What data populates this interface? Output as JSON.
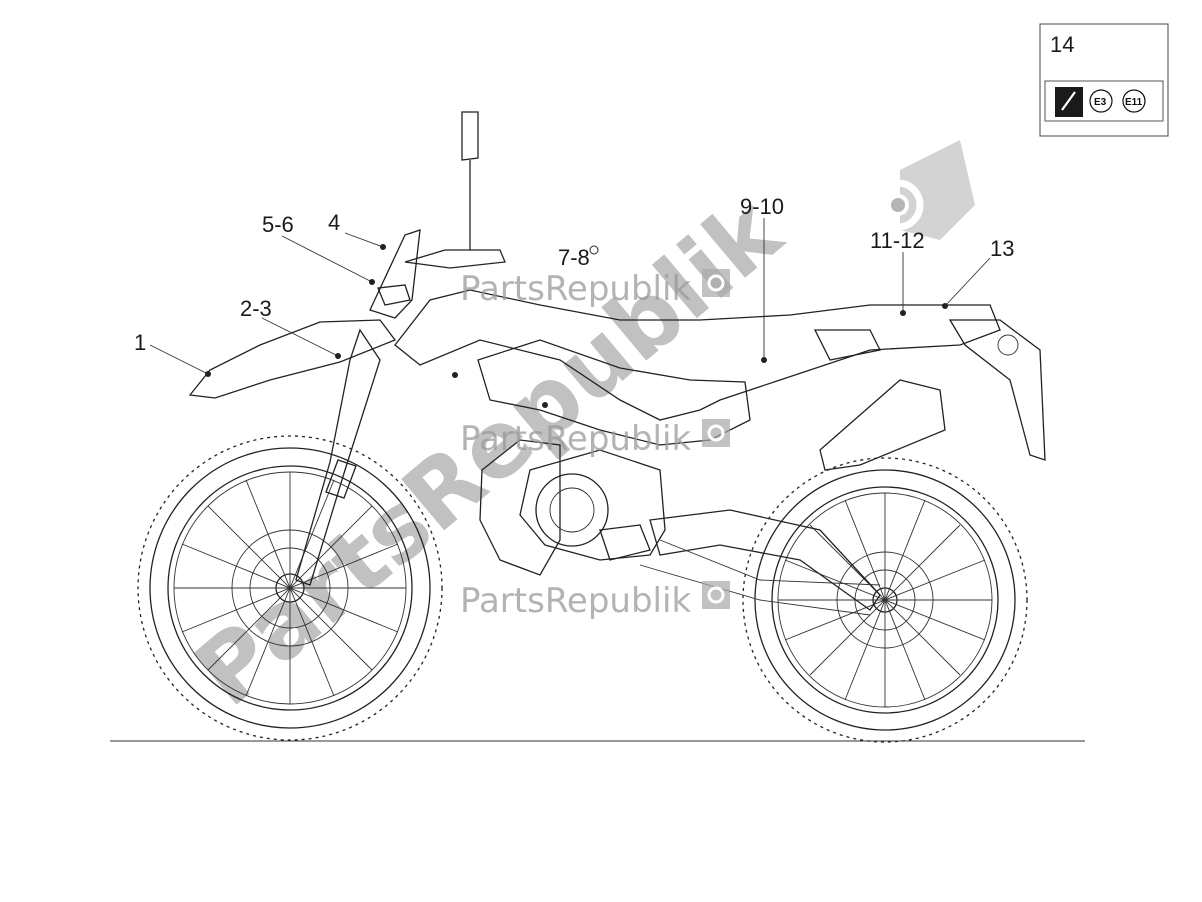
{
  "callouts": [
    {
      "id": "c1",
      "label": "1"
    },
    {
      "id": "c23",
      "label": "2-3"
    },
    {
      "id": "c56",
      "label": "5-6"
    },
    {
      "id": "c4",
      "label": "4"
    },
    {
      "id": "c78",
      "label": "7-8"
    },
    {
      "id": "c910",
      "label": "9-10"
    },
    {
      "id": "c1112",
      "label": "11-12"
    },
    {
      "id": "c13",
      "label": "13"
    }
  ],
  "inset": {
    "label": "14",
    "badges": [
      "E3",
      "E11"
    ]
  },
  "watermark": {
    "brand": "PartsRepublik",
    "big_text": "PartsRepublik",
    "logo_icon": "gear-icon"
  },
  "colors": {
    "line": "#222222",
    "watermark": "#9a9a9a",
    "background": "#ffffff"
  }
}
